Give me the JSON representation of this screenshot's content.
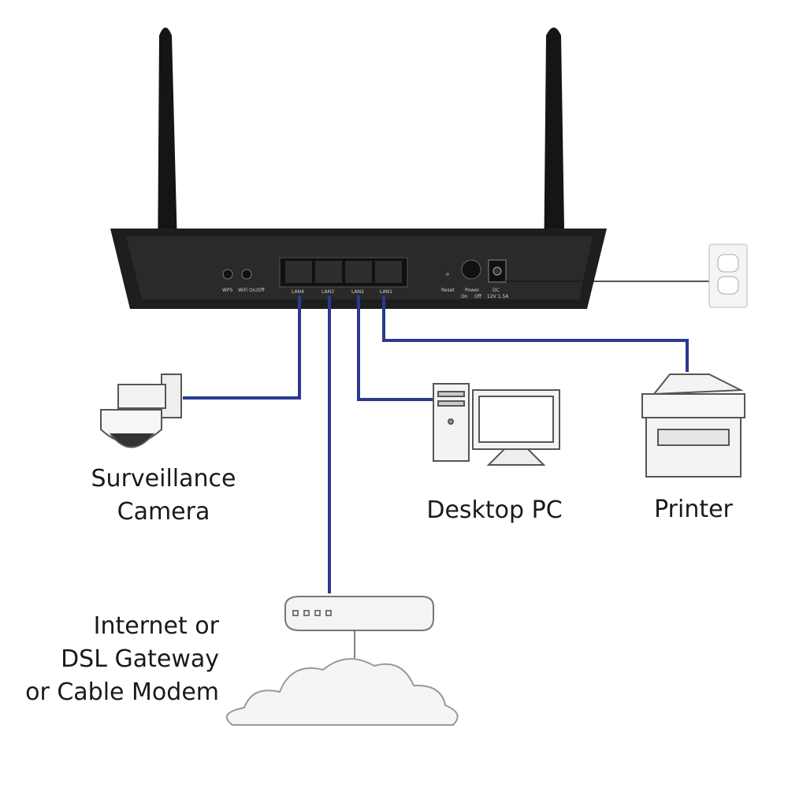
{
  "router": {
    "labels": {
      "wps": "WPS",
      "wifi": "WiFi On/Off",
      "lan4": "LAN4",
      "lan3": "LAN3",
      "lan2": "LAN2",
      "lan1": "LAN1",
      "reset": "Reset",
      "power": "Power",
      "power_on": "On",
      "power_off": "Off",
      "dc": "DC",
      "dc_rating": "12V 1.5A"
    }
  },
  "devices": {
    "camera": [
      "Surveillance",
      "Camera"
    ],
    "desktop": "Desktop PC",
    "printer": "Printer",
    "gateway": [
      "Internet or",
      "DSL Gateway",
      "or Cable Modem"
    ]
  },
  "colors": {
    "cable": "#2b3990",
    "router": "#1e1e1e",
    "power_cord": "#1a1a1a"
  }
}
